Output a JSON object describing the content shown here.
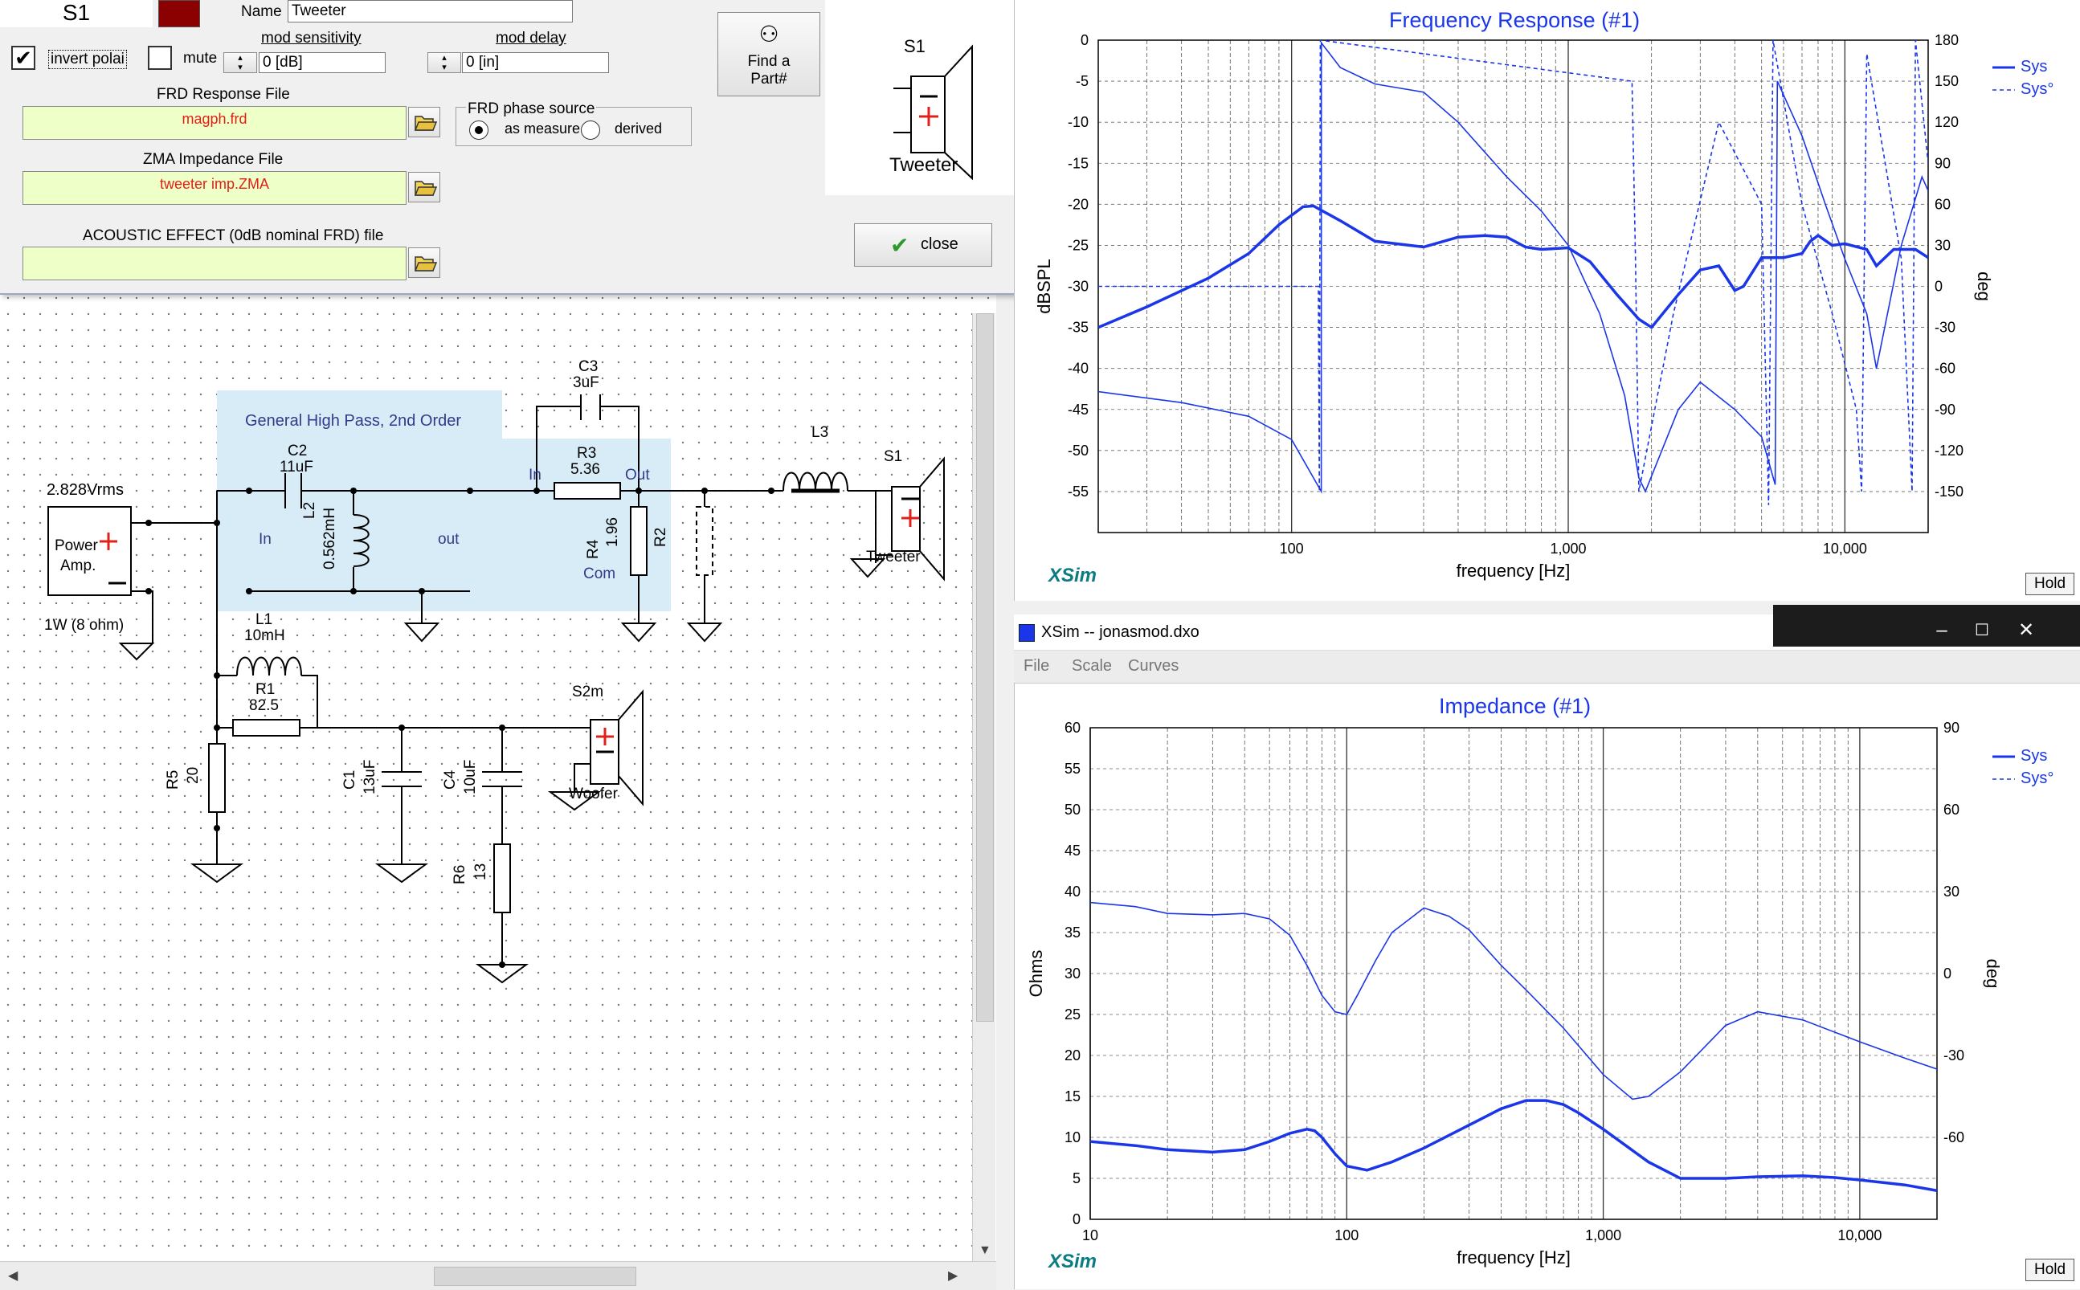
{
  "driver_dialog": {
    "driver_id": "S1",
    "driver_color": "#8b0000",
    "name_label": "Name",
    "name_value": "Tweeter",
    "invert_polarity_label": "invert polai",
    "invert_polarity_checked": true,
    "mute_label": "mute",
    "mute_checked": false,
    "mod_sensitivity_label": "mod sensitivity",
    "mod_sensitivity_value": "0 [dB]",
    "mod_delay_label": "mod delay",
    "mod_delay_value": "0 [in]",
    "find_part_label_1": "Find a",
    "find_part_label_2": "Part#",
    "frd_label": "FRD Response File",
    "frd_value": "magph.frd",
    "frd_phase_label": "FRD phase source",
    "phase_option_measured": "as measure",
    "phase_option_derived": "derived",
    "zma_label": "ZMA Impedance File",
    "zma_value": "tweeter imp.ZMA",
    "acoustic_label": "ACOUSTIC EFFECT (0dB nominal FRD) file",
    "acoustic_value": "",
    "preview_id": "S1",
    "preview_name": "Tweeter",
    "close_label": "close"
  },
  "schematic": {
    "group_label": "General High Pass, 2nd Order",
    "source_voltage": "2.828Vrms",
    "source_label_1": "Power",
    "source_label_2": "Amp.",
    "source_power": "1W (8 ohm)",
    "c2_name": "C2",
    "c2_value": "11uF",
    "c3_name": "C3",
    "c3_value": "3uF",
    "r3_name": "R3",
    "r3_value": "5.36",
    "l2_name": "L2",
    "l2_value": "0.562mH",
    "r4_name": "R4",
    "r4_value": "1.96",
    "r2_name": "R2",
    "l3_name": "L3",
    "in_label": "In",
    "in2_label": "In",
    "out_label": "Out",
    "out2_label": "out",
    "com_label": "Com",
    "s1_name": "S1",
    "s1_label": "Tweeter",
    "l1_name": "L1",
    "l1_value": "10mH",
    "r1_name": "R1",
    "r1_value": "82.5",
    "r5_name": "R5",
    "r5_value": "20",
    "c1_name": "C1",
    "c1_value": "13uF",
    "c4_name": "C4",
    "c4_value": "10uF",
    "r6_name": "R6",
    "r6_value": "13",
    "s2_name": "S2m",
    "s2_label": "Woofer"
  },
  "freq_window": {
    "title": "Frequency Response (#1)",
    "brand": "XSim",
    "hold_label": "Hold",
    "legend_sys": "Sys",
    "legend_sys_phase": "Sys°"
  },
  "imp_window": {
    "window_title": "XSim -- jonasmod.dxo",
    "menu_file": "File",
    "menu_scale": "Scale",
    "menu_curves": "Curves",
    "title": "Impedance (#1)",
    "brand": "XSim",
    "hold_label": "Hold",
    "legend_sys": "Sys",
    "legend_sys_phase": "Sys°"
  },
  "chart_data": [
    {
      "type": "line",
      "title": "Frequency Response (#1)",
      "xlabel": "frequency [Hz]",
      "ylabel": "dBSPL",
      "y2label": "deg",
      "xscale": "log",
      "xlim": [
        20,
        20000
      ],
      "ylim": [
        -60,
        0
      ],
      "y2lim": [
        -180,
        180
      ],
      "x_ticks": [
        100,
        1000,
        10000
      ],
      "x_tick_labels": [
        "100",
        "1,000",
        "10,000"
      ],
      "y_ticks": [
        0,
        -5,
        -10,
        -15,
        -20,
        -25,
        -30,
        -35,
        -40,
        -45,
        -50,
        -55
      ],
      "y2_ticks": [
        180,
        150,
        120,
        90,
        60,
        30,
        0,
        -30,
        -60,
        -90,
        -120,
        -150
      ],
      "grid": true,
      "legend": "top-right",
      "color": "#1a36e8",
      "series": [
        {
          "name": "Sys",
          "axis": "left",
          "style": "solid-thick",
          "x": [
            20,
            30,
            50,
            70,
            90,
            110,
            120,
            150,
            200,
            300,
            400,
            500,
            600,
            700,
            800,
            1000,
            1200,
            1500,
            1800,
            2000,
            2500,
            3000,
            3500,
            4000,
            4300,
            5000,
            6000,
            7000,
            7500,
            8000,
            9000,
            10000,
            12000,
            13000,
            15000,
            18000,
            20000
          ],
          "y": [
            -35,
            -32.5,
            -29,
            -26,
            -22.5,
            -20.3,
            -20.2,
            -22,
            -24.5,
            -25.2,
            -24,
            -23.8,
            -24,
            -25.2,
            -25.5,
            -25.3,
            -27,
            -31,
            -34,
            -35,
            -31,
            -28,
            -27.5,
            -30.5,
            -30,
            -26.5,
            -26.5,
            -26,
            -24.5,
            -23.8,
            -25,
            -24.8,
            -25.5,
            -27.5,
            -25.5,
            -25.5,
            -26.5
          ]
        },
        {
          "name": "Sys°",
          "axis": "right",
          "style": "solid-thin",
          "x": [
            20,
            40,
            70,
            100,
            128,
            128.1,
            150,
            200,
            300,
            400,
            600,
            800,
            1000,
            1300,
            1600,
            1800,
            1900,
            2500,
            3000,
            4000,
            5000,
            5600,
            5700,
            7000,
            8500,
            10000,
            12000,
            13000,
            16000,
            19000,
            20000
          ],
          "y": [
            -77,
            -85,
            -95,
            -112,
            -150,
            178,
            160,
            148,
            142,
            120,
            80,
            55,
            30,
            -20,
            -80,
            -140,
            -150,
            -90,
            -70,
            -90,
            -110,
            -145,
            150,
            110,
            60,
            20,
            -20,
            -60,
            30,
            80,
            70
          ]
        },
        {
          "name": "Sys°",
          "axis": "right",
          "style": "dashed",
          "x": [
            20,
            125,
            126,
            127,
            1700,
            1750,
            1800,
            2400,
            3500,
            5000,
            5300,
            5500,
            7000,
            9000,
            11000,
            11500,
            12000,
            16000,
            17500,
            18000,
            20000
          ],
          "y": [
            0,
            0,
            -150,
            180,
            150,
            20,
            -150,
            -20,
            120,
            60,
            -160,
            180,
            60,
            -20,
            -90,
            -150,
            170,
            20,
            -150,
            180,
            90
          ]
        }
      ]
    },
    {
      "type": "line",
      "title": "Impedance (#1)",
      "xlabel": "frequency [Hz]",
      "ylabel": "Ohms",
      "y2label": "deg",
      "xscale": "log",
      "xlim": [
        10,
        20000
      ],
      "ylim": [
        0,
        60
      ],
      "y2lim": [
        -90,
        90
      ],
      "x_ticks": [
        10,
        100,
        1000,
        10000
      ],
      "x_tick_labels": [
        "10",
        "100",
        "1,000",
        "10,000"
      ],
      "y_ticks": [
        60,
        55,
        50,
        45,
        40,
        35,
        30,
        25,
        20,
        15,
        10,
        5,
        0
      ],
      "y2_ticks": [
        90,
        60,
        30,
        0,
        -30,
        -60
      ],
      "grid": true,
      "legend": "top-right",
      "color": "#1a36e8",
      "series": [
        {
          "name": "Sys",
          "axis": "left",
          "style": "solid-thick",
          "x": [
            10,
            15,
            20,
            30,
            40,
            50,
            60,
            70,
            75,
            80,
            90,
            100,
            120,
            150,
            200,
            300,
            400,
            500,
            600,
            700,
            800,
            1000,
            1500,
            2000,
            3000,
            4000,
            6000,
            8000,
            10000,
            15000,
            20000
          ],
          "y": [
            9.5,
            9,
            8.5,
            8.2,
            8.5,
            9.5,
            10.5,
            11,
            10.8,
            10,
            8,
            6.5,
            6,
            7,
            8.7,
            11.5,
            13.5,
            14.5,
            14.5,
            14,
            13,
            11,
            7,
            5,
            5,
            5.2,
            5.3,
            5.1,
            4.8,
            4.2,
            3.5
          ]
        },
        {
          "name": "Sys°",
          "axis": "right",
          "style": "solid-thin",
          "x": [
            10,
            15,
            20,
            30,
            40,
            50,
            60,
            70,
            80,
            90,
            100,
            110,
            130,
            150,
            200,
            250,
            300,
            400,
            500,
            700,
            1000,
            1300,
            1500,
            2000,
            3000,
            4000,
            6000,
            10000,
            15000,
            20000
          ],
          "y": [
            26,
            24.5,
            22,
            21.5,
            22,
            20,
            14,
            3,
            -8,
            -14,
            -15,
            -8,
            5,
            15,
            24,
            21,
            16,
            3,
            -6,
            -20,
            -37,
            -46,
            -45,
            -36,
            -19,
            -14,
            -17,
            -25,
            -31,
            -35
          ]
        }
      ]
    }
  ]
}
